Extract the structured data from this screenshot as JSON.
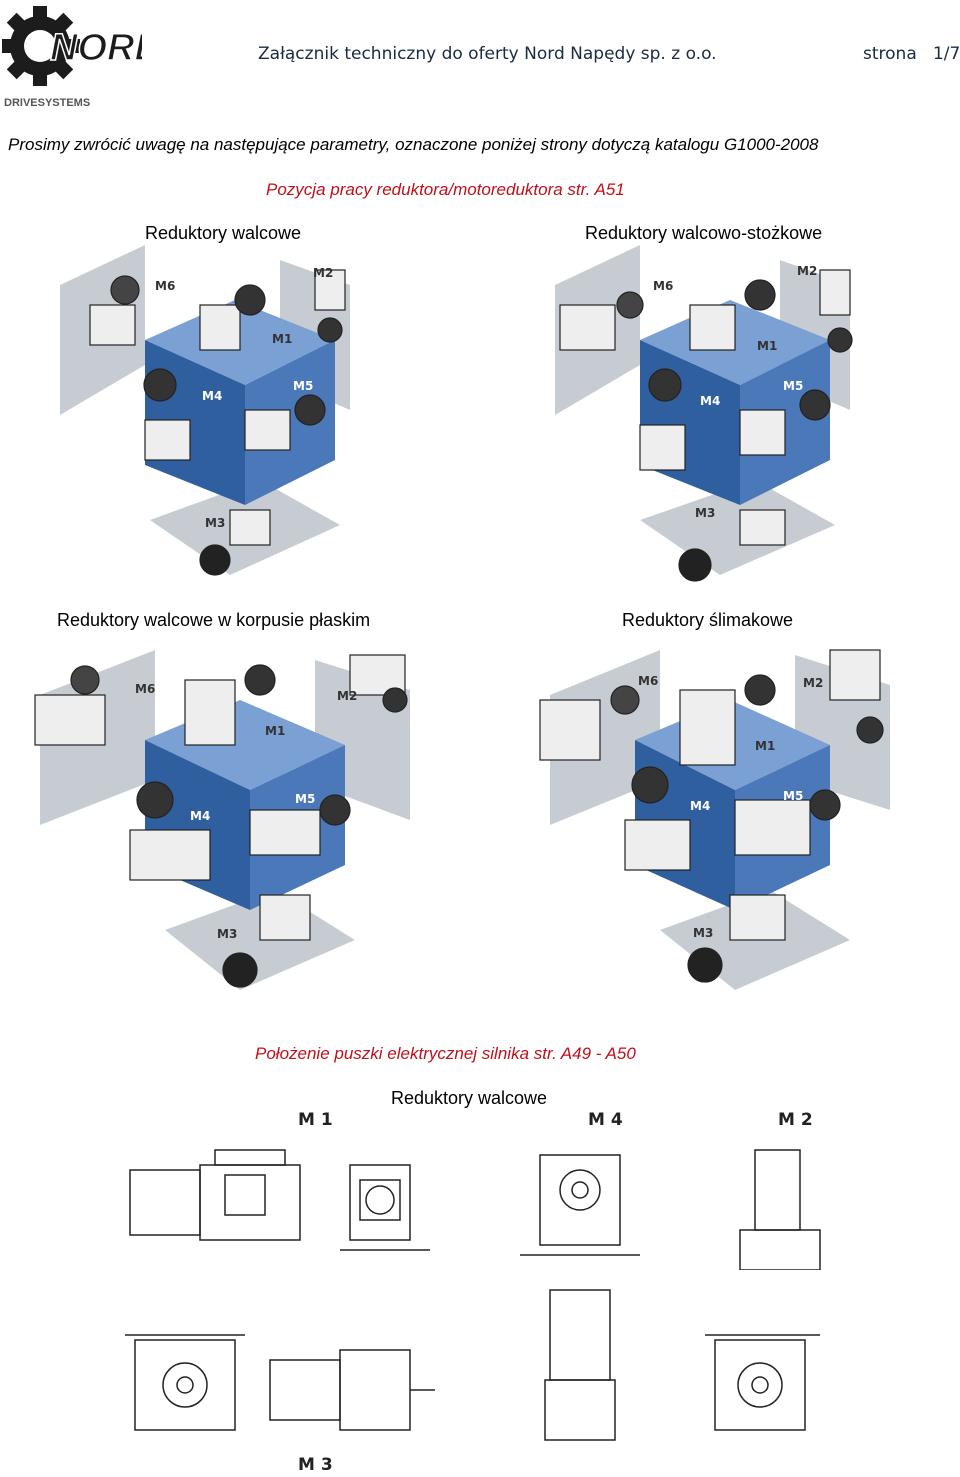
{
  "header": {
    "logo_text": "NORD",
    "logo_sub": "DRIVESYSTEMS",
    "title": "Załącznik techniczny do oferty Nord Napędy sp. z o.o.",
    "page": "strona   1/7"
  },
  "intro": "Prosimy zwrócić uwagę na następujące parametry, oznaczone poniżej strony dotyczą katalogu G1000-2008",
  "section1_title": "Pozycja pracy reduktora/motoreduktora str. A51",
  "panels": [
    {
      "title": "Reduktory walcowe"
    },
    {
      "title": "Reduktory walcowo-stożkowe"
    },
    {
      "title": "Reduktory walcowe w korpusie płaskim"
    },
    {
      "title": "Reduktory ślimakowe"
    }
  ],
  "positions": {
    "m1": "M1",
    "m2": "M2",
    "m3": "M3",
    "m4": "M4",
    "m5": "M5",
    "m6": "M6"
  },
  "section2_title": "Położenie puszki elektrycznej silnika str. A49 - A50",
  "section2_sub": "Reduktory walcowe",
  "drawings": {
    "m1": "M 1",
    "m4": "M 4",
    "m2": "M 2",
    "m3": "M 3"
  },
  "colors": {
    "cube_blue": "#3f6fb0",
    "panel_grey": "#c7ccd3",
    "accent_red": "#c0101a"
  }
}
